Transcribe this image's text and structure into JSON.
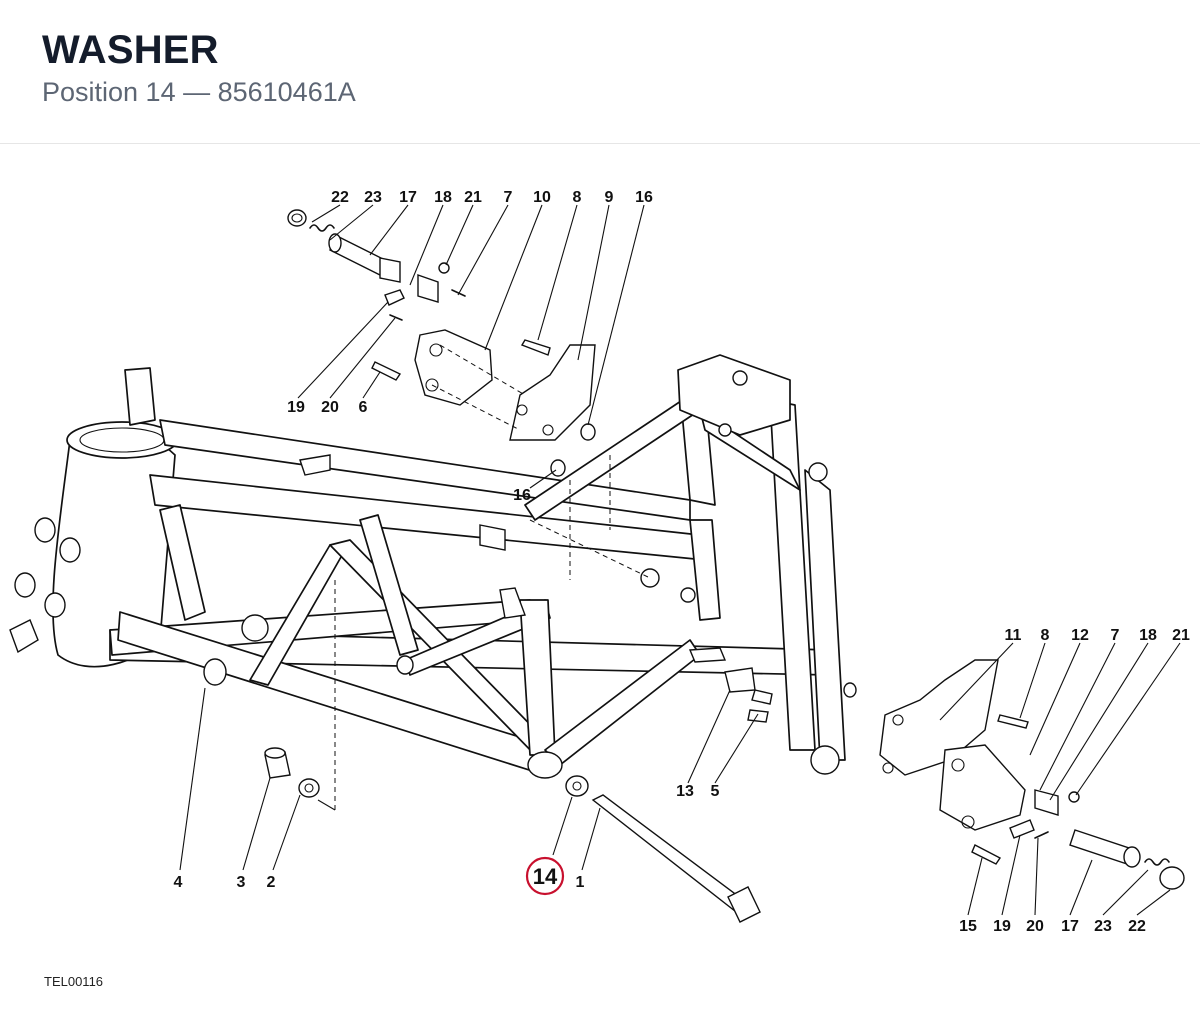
{
  "header": {
    "title": "WASHER",
    "subtitle": "Position 14 — 85610461A"
  },
  "drawing_code": "TEL00116",
  "highlight": {
    "label": "14",
    "color": "#c8102e"
  },
  "callouts": {
    "top_row": [
      "22",
      "23",
      "17",
      "18",
      "21",
      "7",
      "10",
      "8",
      "9",
      "16"
    ],
    "top_lower": [
      "19",
      "20",
      "6"
    ],
    "mid_16": "16",
    "bottom_left": [
      "4",
      "3",
      "2"
    ],
    "bottom_center": "1",
    "bottom_mid": [
      "13",
      "5"
    ],
    "right_top": [
      "11",
      "8",
      "12",
      "7",
      "18",
      "21"
    ],
    "right_bottom": [
      "15",
      "19",
      "20",
      "17",
      "23",
      "22"
    ]
  }
}
